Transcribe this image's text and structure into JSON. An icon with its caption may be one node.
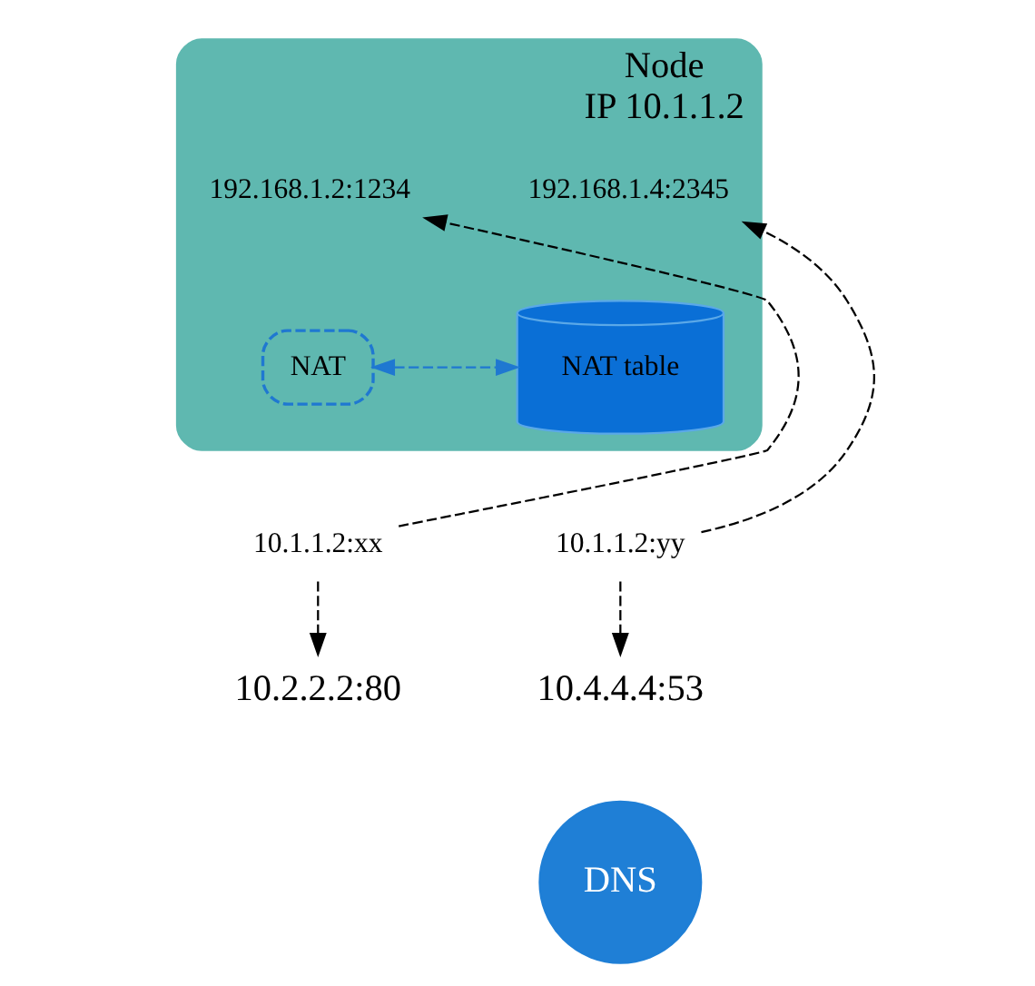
{
  "diagram": {
    "nodes": [
      {
        "text": [
          "Node",
          "IP 10.1.1.2"
        ]
      },
      {
        "text": [
          "192.168.1.2:1234"
        ],
        "in": 0
      },
      {
        "text": [
          "192.168.1.4:2345"
        ],
        "in": 0
      },
      {
        "text": [
          "NAT"
        ],
        "in": 0
      },
      {
        "text": [
          "NAT table"
        ],
        "in": 0
      },
      {
        "text": [
          "10.1.1.2:xx"
        ]
      },
      {
        "text": [
          "10.1.1.2:yy"
        ]
      },
      {
        "text": [
          "10.2.2.2:80"
        ]
      },
      {
        "text": [
          "10.4.4.4:53"
        ]
      },
      {
        "text": [
          "DNS"
        ]
      }
    ],
    "edges": [
      {
        "from": 5,
        "to": 1,
        "arrow": "to",
        "style": "dashed"
      },
      {
        "from": 5,
        "to": 7,
        "arrow": "to",
        "style": "dashed"
      },
      {
        "from": 6,
        "to": 2,
        "arrow": "to",
        "style": "dashed"
      },
      {
        "from": 6,
        "to": 8,
        "arrow": "to",
        "style": "dashed"
      },
      {
        "from": 3,
        "to": 4,
        "arrow": "both",
        "style": "dashed",
        "color": "#1f78d1"
      }
    ]
  }
}
